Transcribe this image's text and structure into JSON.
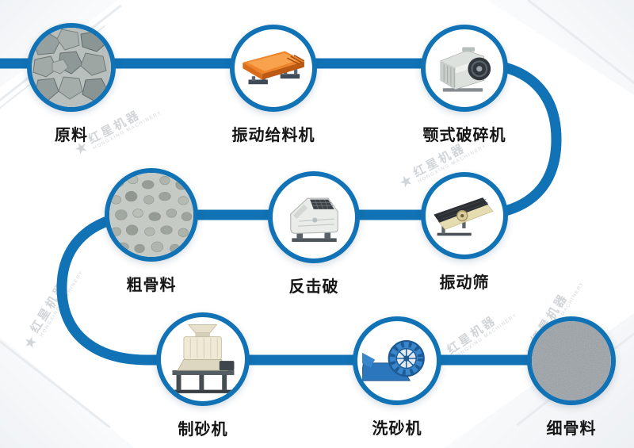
{
  "flow": {
    "line_color": "#1173b5",
    "ring_color": "#1173b5",
    "nodes": [
      {
        "id": "raw-material",
        "label": "原料",
        "icon": "raw-material-photo"
      },
      {
        "id": "vibrating-feeder",
        "label": "振动给料机",
        "icon": "vibrating-feeder-icon"
      },
      {
        "id": "jaw-crusher",
        "label": "颚式破碎机",
        "icon": "jaw-crusher-icon"
      },
      {
        "id": "coarse-aggregate",
        "label": "粗骨料",
        "icon": "coarse-aggregate-photo"
      },
      {
        "id": "impact-crusher",
        "label": "反击破",
        "icon": "impact-crusher-icon"
      },
      {
        "id": "vibrating-screen",
        "label": "振动筛",
        "icon": "vibrating-screen-icon"
      },
      {
        "id": "sand-making-machine",
        "label": "制砂机",
        "icon": "sand-making-machine-icon"
      },
      {
        "id": "sand-washer",
        "label": "洗砂机",
        "icon": "sand-washer-icon"
      },
      {
        "id": "fine-aggregate",
        "label": "细骨料",
        "icon": "fine-aggregate-photo"
      }
    ]
  },
  "watermark": {
    "brand": "红星机器",
    "brand_en": "HONGXING MACHINERY"
  }
}
